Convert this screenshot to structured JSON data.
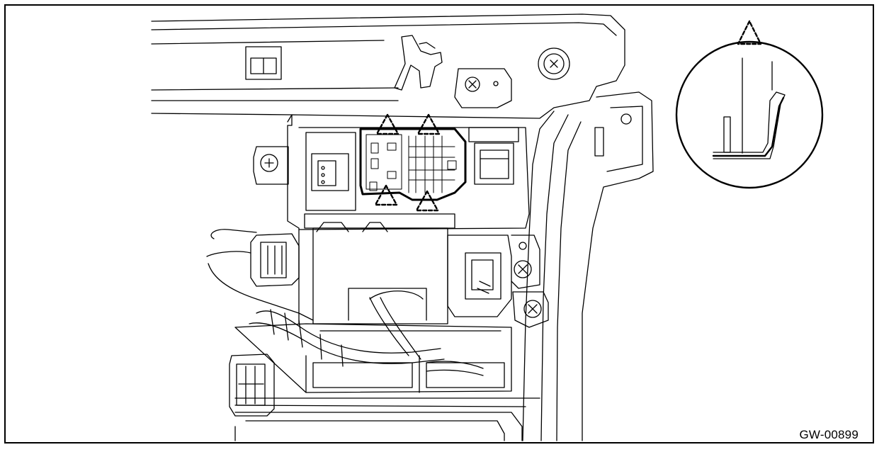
{
  "figure": {
    "code": "GW-00899"
  },
  "callouts": {
    "main_count": 4,
    "detail_count": 1
  }
}
